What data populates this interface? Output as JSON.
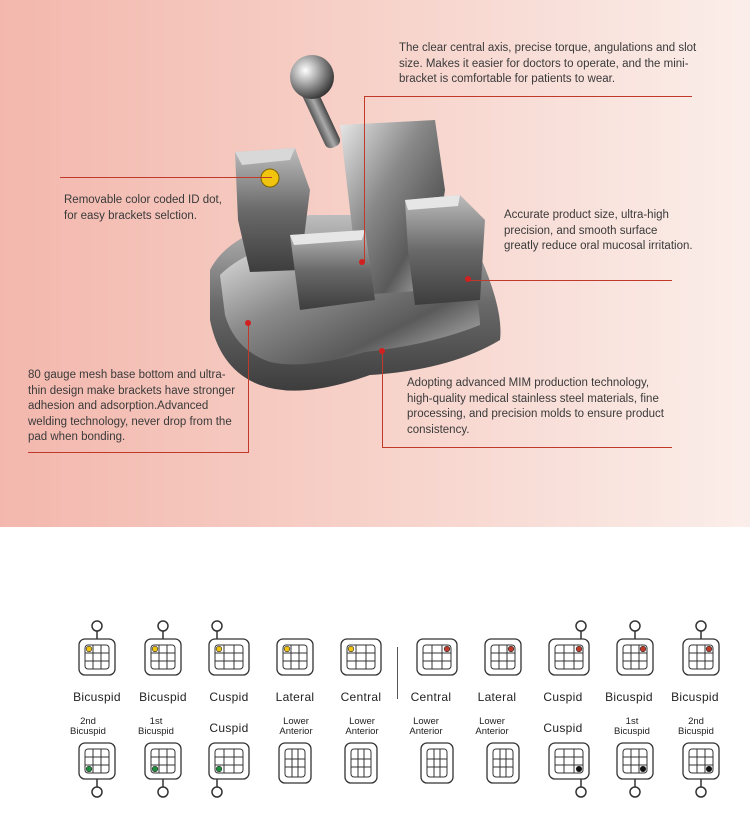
{
  "callouts": {
    "top": "The clear central axis, precise torque, angulations and slot size. Makes it easier for doctors to operate, and the mini-bracket is comfortable for patients to wear.",
    "id_dot": "Removable color coded ID dot, for easy brackets selction.",
    "accuracy": "Accurate product size, ultra-high precision, and smooth surface greatly reduce oral mucosal irritation.",
    "mesh": "80 gauge mesh base bottom and ultra-thin design make brackets have stronger adhesion and adsorption.Advanced welding technology, never drop from the pad when bonding.",
    "mim": "Adopting advanced MIM production technology, high-quality medical stainless steel materials, fine processing, and precision molds to ensure product consistency."
  },
  "upper_labels": [
    "Bicuspid",
    "Bicuspid",
    "Cuspid",
    "Lateral",
    "Central",
    "Central",
    "Lateral",
    "Cuspid",
    "Bicuspid",
    "Bicuspid"
  ],
  "lower_labels": [
    "2nd Bicuspid",
    "1st Bicuspid",
    "Cuspid",
    "Lower Anterior",
    "Lower Anterior",
    "Lower Anterior",
    "Lower Anterior",
    "Cuspid",
    "1st Bicuspid",
    "2nd Bicuspid"
  ],
  "colors": {
    "accent_red": "#c0392b",
    "id_yellow": "#f1c40f",
    "id_red": "#c0392b",
    "id_green": "#1e8f3e",
    "id_black": "#111111"
  }
}
